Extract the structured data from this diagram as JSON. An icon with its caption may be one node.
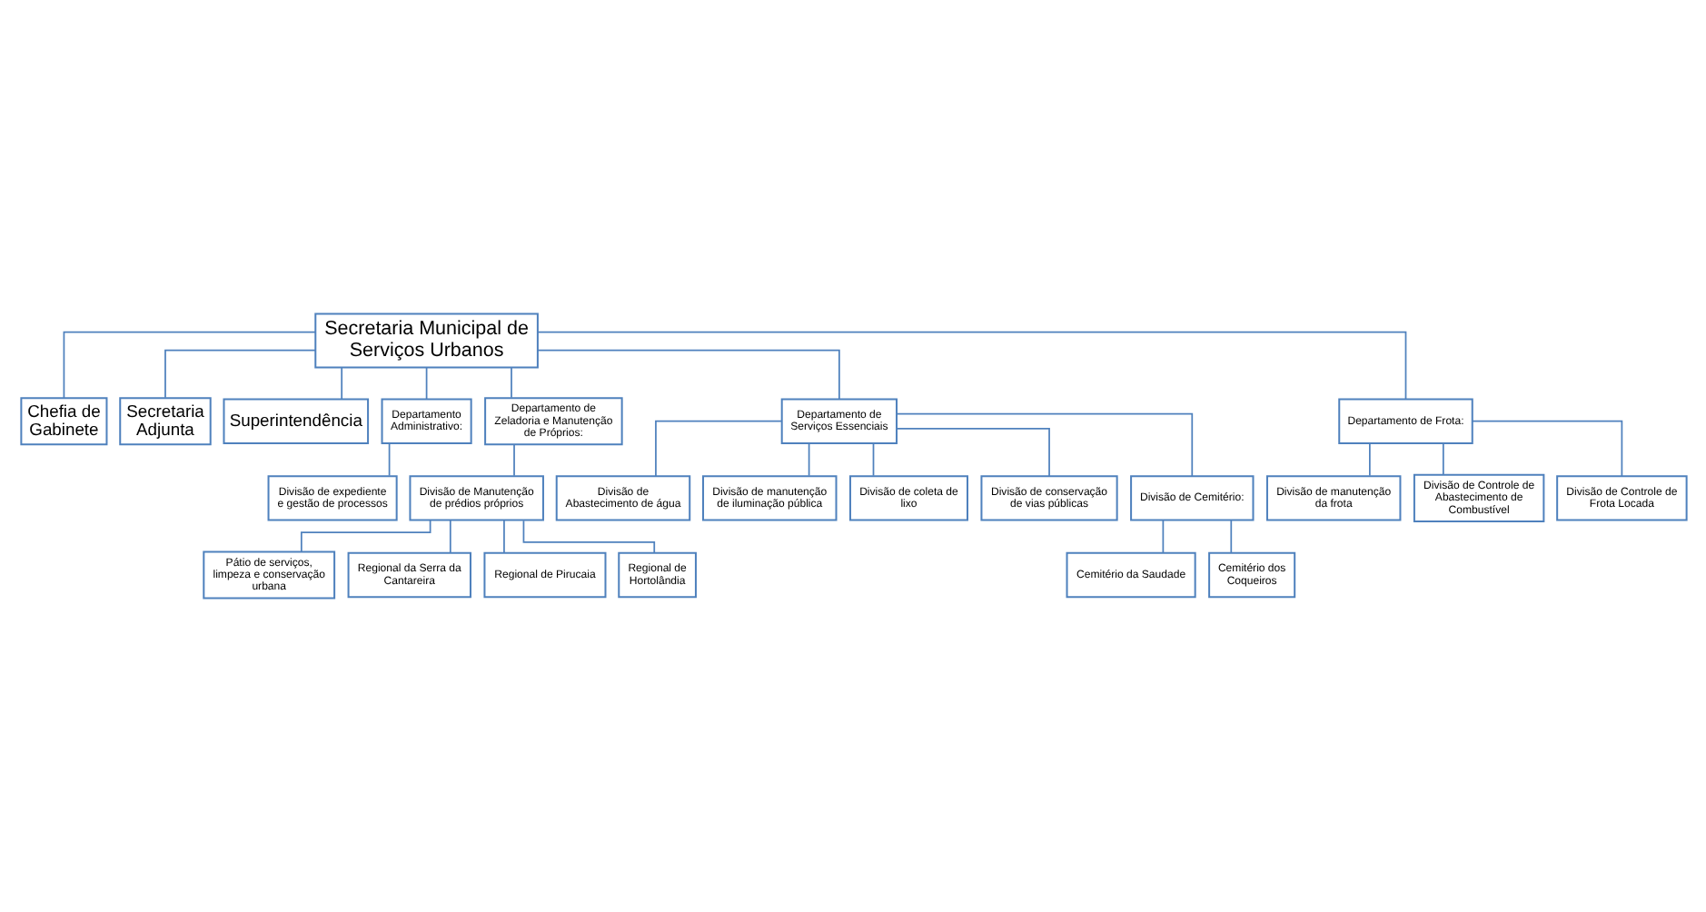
{
  "diagram": {
    "nodes": [
      {
        "text": [
          "Secretaria Municipal de Serviços Urbanos"
        ]
      },
      {
        "text": [
          "Chefia de Gabinete"
        ]
      },
      {
        "text": [
          "Secretaria Adjunta"
        ]
      },
      {
        "text": [
          "Superintendência"
        ]
      },
      {
        "text": [
          "Departamento Administrativo:"
        ]
      },
      {
        "text": [
          "Divisão de expediente e gestão de processos"
        ]
      },
      {
        "text": [
          "Departamento de Zeladoria e Manutenção de Próprios:"
        ]
      },
      {
        "text": [
          "Divisão de Manutenção de prédios próprios"
        ]
      },
      {
        "text": [
          "Pátio de serviços, limpeza e conservação urbana"
        ]
      },
      {
        "text": [
          "Regional da Serra da Cantareira"
        ]
      },
      {
        "text": [
          "Regional de Pirucaia"
        ]
      },
      {
        "text": [
          "Regional de Hortolândia"
        ]
      },
      {
        "text": [
          "Departamento de Serviços Essenciais"
        ]
      },
      {
        "text": [
          "Divisão de Abastecimento de água"
        ]
      },
      {
        "text": [
          "Divisão de manutenção de iluminação pública"
        ]
      },
      {
        "text": [
          "Divisão de coleta de lixo"
        ]
      },
      {
        "text": [
          "Divisão de conservação de vias públicas"
        ]
      },
      {
        "text": [
          "Divisão de Cemitério:"
        ]
      },
      {
        "text": [
          "Cemitério da Saudade"
        ]
      },
      {
        "text": [
          "Cemitério dos Coqueiros"
        ]
      },
      {
        "text": [
          "Departamento de Frota:"
        ]
      },
      {
        "text": [
          "Divisão de manutenção da frota"
        ]
      },
      {
        "text": [
          "Divisão de Controle de Abastecimento de Combustível"
        ]
      },
      {
        "text": [
          "Divisão de Controle de Frota Locada"
        ]
      }
    ],
    "edges": [
      {
        "from": 0,
        "to": 1,
        "arrow": "none"
      },
      {
        "from": 0,
        "to": 2,
        "arrow": "none"
      },
      {
        "from": 0,
        "to": 3,
        "arrow": "none"
      },
      {
        "from": 0,
        "to": 4,
        "arrow": "none"
      },
      {
        "from": 0,
        "to": 6,
        "arrow": "none"
      },
      {
        "from": 0,
        "to": 12,
        "arrow": "none"
      },
      {
        "from": 0,
        "to": 20,
        "arrow": "none"
      },
      {
        "from": 4,
        "to": 5,
        "arrow": "none"
      },
      {
        "from": 6,
        "to": 7,
        "arrow": "none"
      },
      {
        "from": 7,
        "to": 8,
        "arrow": "none"
      },
      {
        "from": 7,
        "to": 9,
        "arrow": "none"
      },
      {
        "from": 7,
        "to": 10,
        "arrow": "none"
      },
      {
        "from": 7,
        "to": 11,
        "arrow": "none"
      },
      {
        "from": 12,
        "to": 13,
        "arrow": "none"
      },
      {
        "from": 12,
        "to": 14,
        "arrow": "none"
      },
      {
        "from": 12,
        "to": 15,
        "arrow": "none"
      },
      {
        "from": 12,
        "to": 16,
        "arrow": "none"
      },
      {
        "from": 12,
        "to": 17,
        "arrow": "none"
      },
      {
        "from": 17,
        "to": 18,
        "arrow": "none"
      },
      {
        "from": 17,
        "to": 19,
        "arrow": "none"
      },
      {
        "from": 20,
        "to": 21,
        "arrow": "none"
      },
      {
        "from": 20,
        "to": 22,
        "arrow": "none"
      },
      {
        "from": 20,
        "to": 23,
        "arrow": "none"
      }
    ]
  }
}
